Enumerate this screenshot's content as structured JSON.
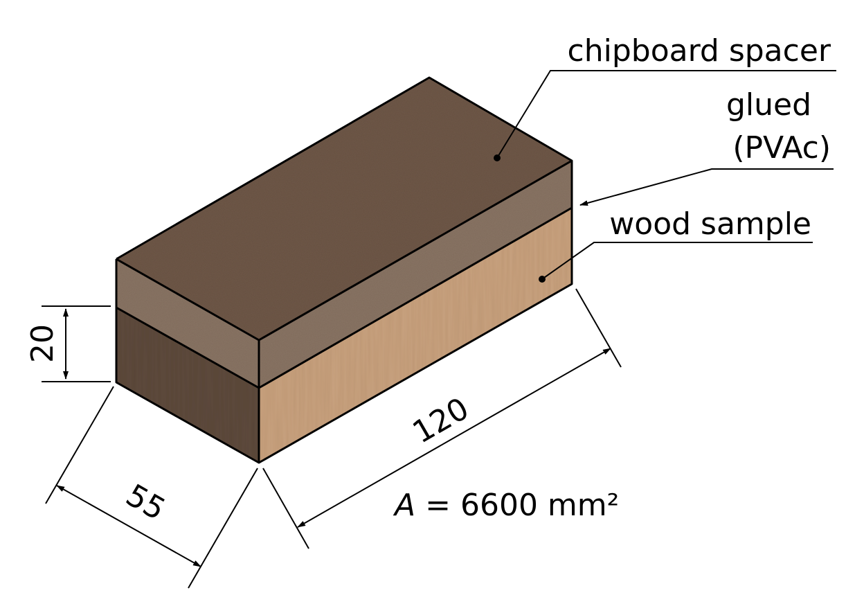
{
  "labels": {
    "chipboard": "chipboard spacer",
    "glued_line1": "glued",
    "glued_line2": "(PVAc)",
    "wood": "wood sample"
  },
  "dimensions": {
    "height": "20",
    "width": "55",
    "length": "120"
  },
  "area": {
    "symbol": "A",
    "value": "= 6600 mm²"
  },
  "colors": {
    "chipboard_top": "#6f5848",
    "chipboard_side": "#8a7565",
    "wood_front": "#c8a27f",
    "wood_left": "#5d4a3c",
    "line": "#000000"
  }
}
